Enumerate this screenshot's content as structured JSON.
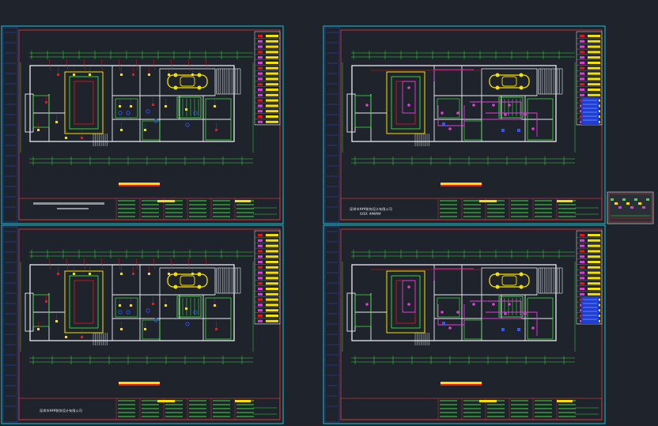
{
  "app": {
    "background": "#1f232b"
  },
  "colors": {
    "frame_cyan": "#19d3e6",
    "frame_red": "#e23b3b",
    "line_green": "#39e03a",
    "wall_white": "#e8ecf0",
    "accent_yellow": "#f5e100",
    "accent_red": "#e6161d",
    "accent_magenta": "#e23bdc",
    "accent_blue": "#2f57ff",
    "title_gray": "#8e9399"
  },
  "sheets": [
    {
      "variant": "lighting",
      "company": "",
      "code": ""
    },
    {
      "variant": "circuit",
      "company": "深圳市###装饰设计有限公司",
      "code": "XXXX  ######"
    },
    {
      "variant": "lighting",
      "company": "深圳市###装饰设计有限公司",
      "code": ""
    },
    {
      "variant": "circuit",
      "company": "",
      "code": ""
    }
  ],
  "icons": {
    "car": "car-icon",
    "legend": "legend-table-icon",
    "thumbnail": "drawing-thumbnail-icon"
  }
}
